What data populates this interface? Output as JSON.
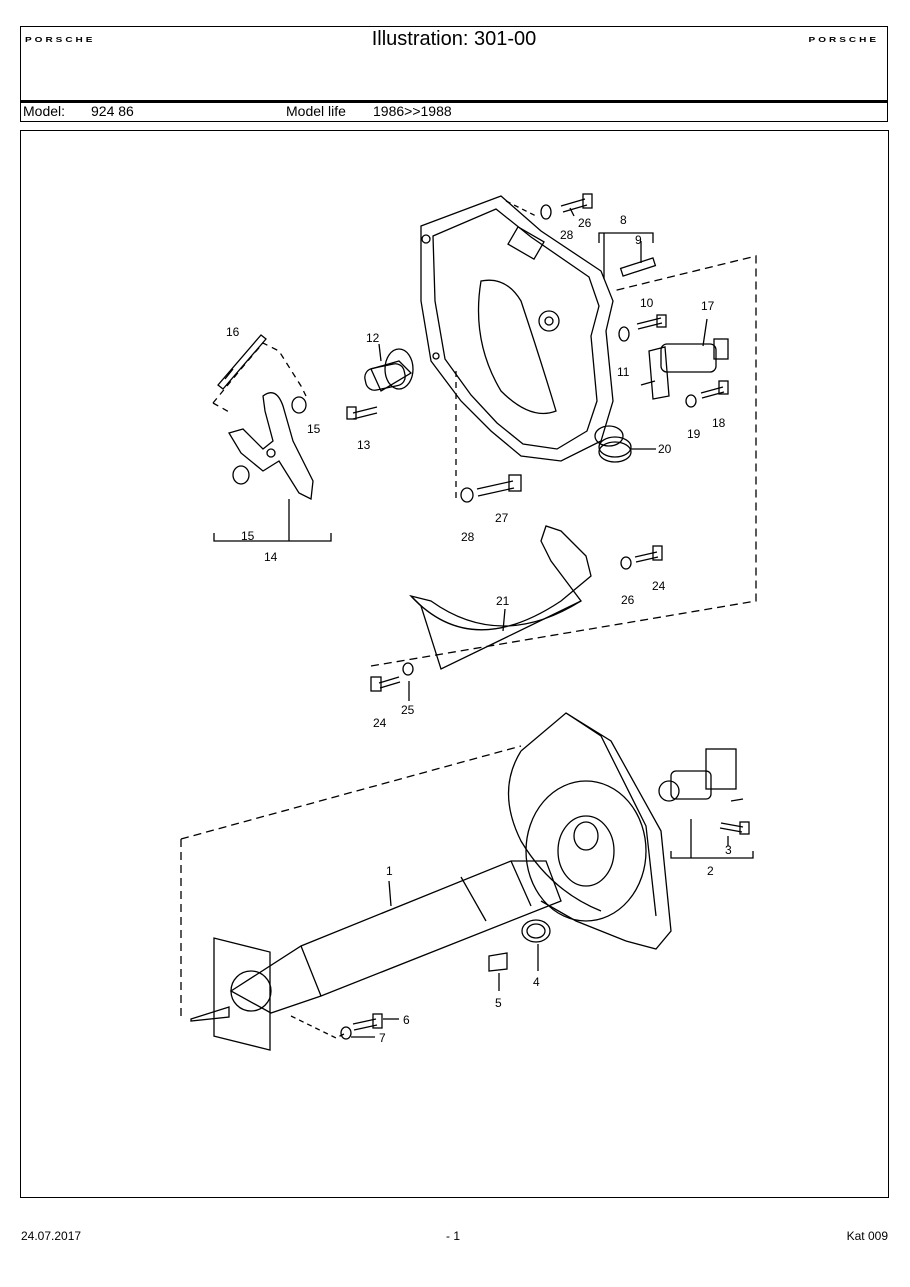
{
  "header": {
    "brand_left": "PORSCHE",
    "brand_right": "PORSCHE",
    "title": "Illustration: 301-00",
    "model_label": "Model:",
    "model_value": "924 86",
    "model_life_label": "Model life",
    "model_life_value": "1986>>1988"
  },
  "callouts": {
    "c1": "1",
    "c2": "2",
    "c3": "3",
    "c4": "4",
    "c5": "5",
    "c6": "6",
    "c7": "7",
    "c8": "8",
    "c9": "9",
    "c10": "10",
    "c11": "11",
    "c12": "12",
    "c13": "13",
    "c14": "14",
    "c15a": "15",
    "c15b": "15",
    "c16": "16",
    "c17": "17",
    "c18": "18",
    "c19": "19",
    "c20": "20",
    "c21": "21",
    "c24a": "24",
    "c24b": "24",
    "c25": "25",
    "c26a": "26",
    "c26b": "26",
    "c27": "27",
    "c28a": "28",
    "c28b": "28"
  },
  "footer": {
    "date": "24.07.2017",
    "page": "- 1",
    "catalog": "Kat 009"
  },
  "colors": {
    "ink": "#000000",
    "paper": "#ffffff"
  }
}
